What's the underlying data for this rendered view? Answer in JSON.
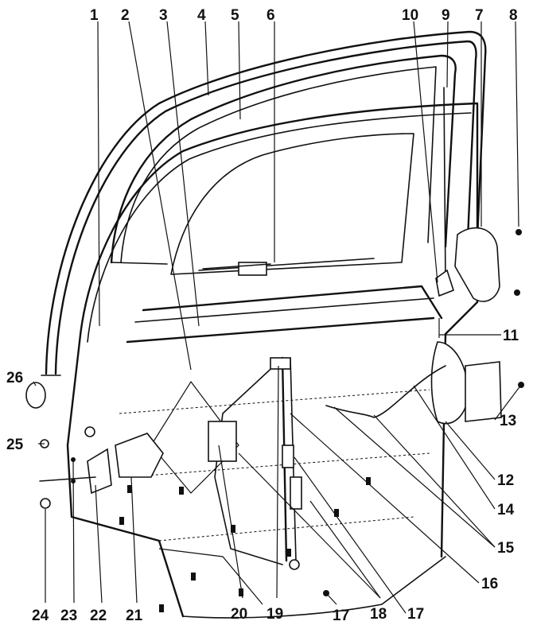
{
  "callouts": [
    {
      "label": "1"
    },
    {
      "label": "2"
    },
    {
      "label": "3"
    },
    {
      "label": "4"
    },
    {
      "label": "5"
    },
    {
      "label": "6"
    },
    {
      "label": "10"
    },
    {
      "label": "9"
    },
    {
      "label": "7"
    },
    {
      "label": "8"
    },
    {
      "label": "11"
    },
    {
      "label": "26"
    },
    {
      "label": "13"
    },
    {
      "label": "25"
    },
    {
      "label": "12"
    },
    {
      "label": "14"
    },
    {
      "label": "15"
    },
    {
      "label": "16"
    },
    {
      "label": "24"
    },
    {
      "label": "23"
    },
    {
      "label": "22"
    },
    {
      "label": "21"
    },
    {
      "label": "20"
    },
    {
      "label": "19"
    },
    {
      "label": "17"
    },
    {
      "label": "18"
    },
    {
      "label": "17"
    }
  ]
}
